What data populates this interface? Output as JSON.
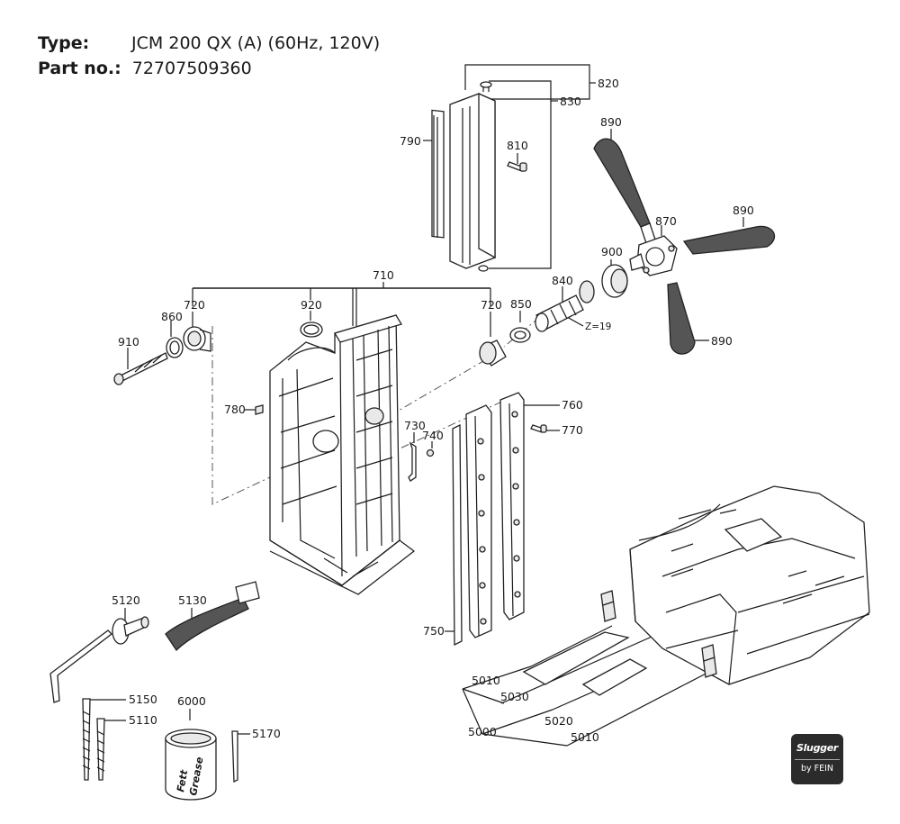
{
  "header": {
    "type_label": "Type:",
    "type_value": "JCM 200 QX (A) (60Hz, 120V)",
    "part_label": "Part no.:",
    "part_value": "72707509360"
  },
  "callouts": {
    "c820": "820",
    "c830": "830",
    "c810": "810",
    "c790": "790",
    "c890a": "890",
    "c890b": "890",
    "c890c": "890",
    "c870": "870",
    "c900": "900",
    "c840": "840",
    "z19": "Z=19",
    "c850": "850",
    "c710": "710",
    "c720a": "720",
    "c720b": "720",
    "c920": "920",
    "c860": "860",
    "c910": "910",
    "c780": "780",
    "c730": "730",
    "c740": "740",
    "c760": "760",
    "c770": "770",
    "c750": "750",
    "c5120": "5120",
    "c5130": "5130",
    "c5150": "5150",
    "c5110": "5110",
    "c6000": "6000",
    "c5170": "5170",
    "c5010a": "5010",
    "c5030": "5030",
    "c5000": "5000",
    "c5020": "5020",
    "c5010b": "5010"
  },
  "can_text": {
    "line1": "Fett",
    "line2": "Grease"
  },
  "brand": {
    "name": "Slugger",
    "by": "by FEIN"
  },
  "colors": {
    "ink": "#1a1a1a",
    "brand_bg": "#2b2b2b"
  }
}
